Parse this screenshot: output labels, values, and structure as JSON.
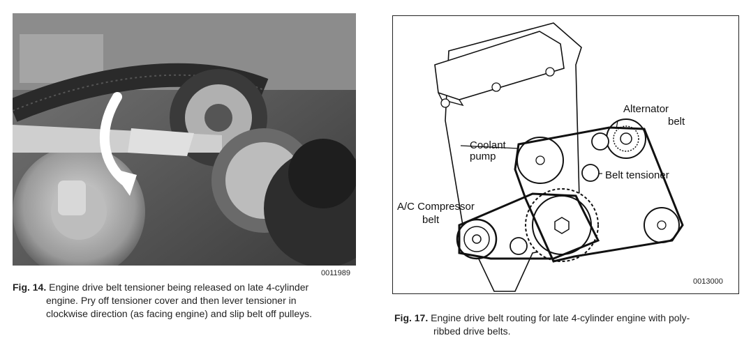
{
  "left_figure": {
    "photo_id": "0011989",
    "caption_fig": "Fig. 14.",
    "caption_line1": "Engine drive belt tensioner being released on late 4-cylinder",
    "caption_line2": "engine. Pry off tensioner cover and then lever tensioner in",
    "caption_line3": "clockwise direction (as facing engine) and slip belt off pulleys."
  },
  "right_figure": {
    "diagram_id": "0013000",
    "labels": {
      "alternator": "Alternator",
      "alternator_belt": "belt",
      "coolant": "Coolant",
      "pump": "pump",
      "belt_tensioner": "Belt tensioner",
      "ac_compressor": "A/C Compressor",
      "ac_belt": "belt"
    },
    "caption_fig": "Fig. 17.",
    "caption_line1": "Engine drive belt routing for late 4-cylinder engine with poly-",
    "caption_line2": "ribbed drive belts."
  }
}
